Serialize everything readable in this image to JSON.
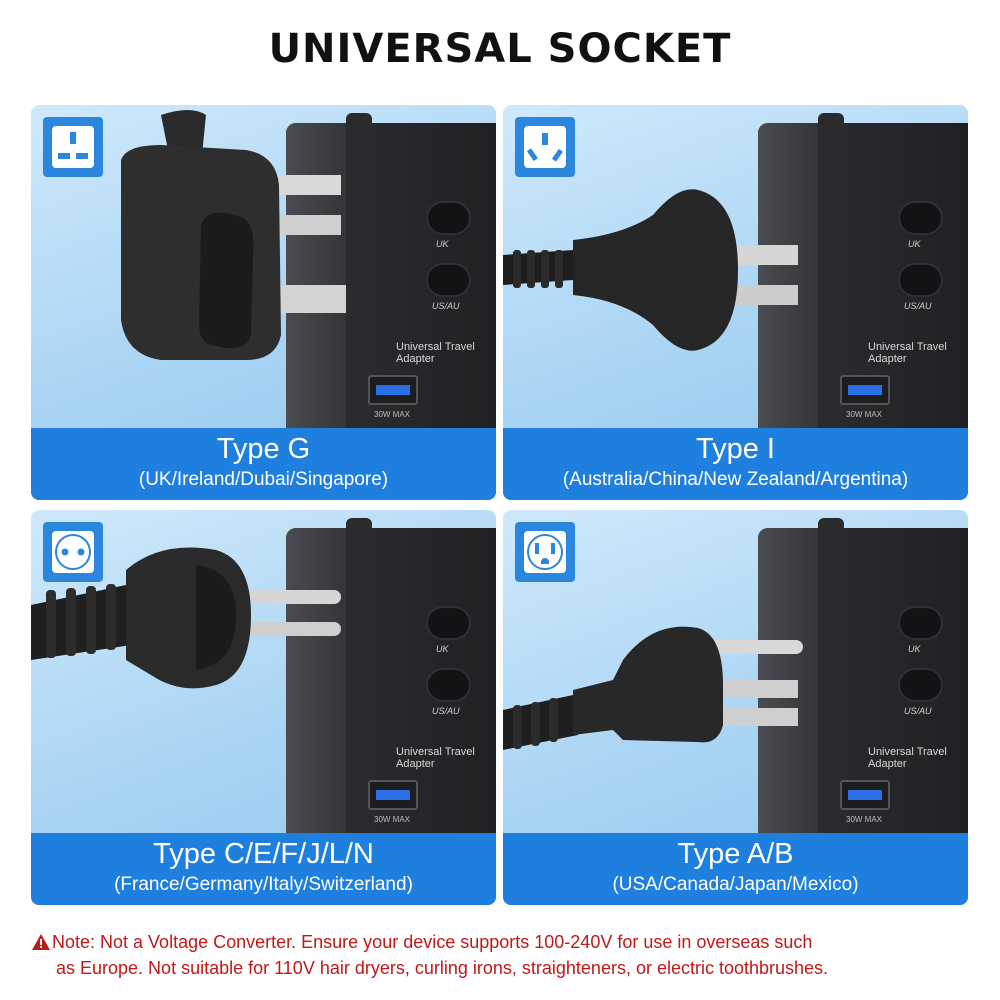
{
  "title": "UNIVERSAL SOCKET",
  "colors": {
    "banner": "#1e7fdf",
    "panel": "#a9d4f4",
    "note": "#c21818",
    "usb": "#2a6fe6"
  },
  "adapter_labels": {
    "uk": "UK",
    "usau": "US/AU",
    "brand": "Universal Travel Adapter",
    "watt": "30W MAX"
  },
  "panels": [
    {
      "icon": "type-g-socket-icon",
      "type": "Type G",
      "countries": "(UK/Ireland/Dubai/Singapore)"
    },
    {
      "icon": "type-i-socket-icon",
      "type": "Type I",
      "countries": "(Australia/China/New Zealand/Argentina)"
    },
    {
      "icon": "type-cef-socket-icon",
      "type": "Type C/E/F/J/L/N",
      "countries": "(France/Germany/Italy/Switzerland)"
    },
    {
      "icon": "type-ab-socket-icon",
      "type": "Type A/B",
      "countries": "(USA/Canada/Japan/Mexico)"
    }
  ],
  "note": {
    "icon": "warning-icon",
    "line1": "Note: Not a Voltage Converter. Ensure your device supports 100-240V for use in overseas such",
    "line2": "as Europe. Not suitable for 110V hair dryers, curling irons, straighteners, or electric toothbrushes."
  }
}
